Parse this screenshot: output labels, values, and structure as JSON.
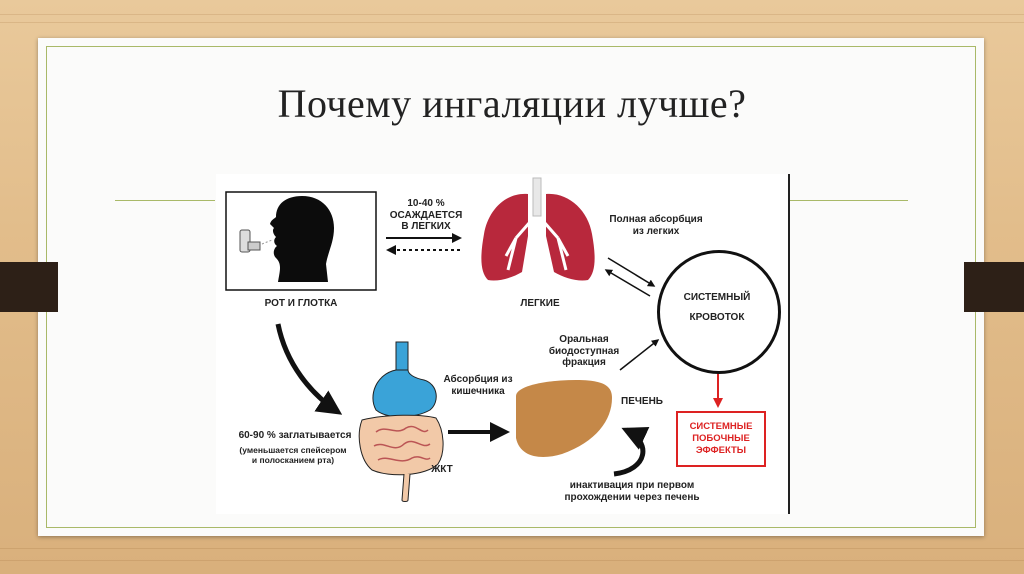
{
  "slide": {
    "title": "Почему ингаляции лучше?"
  },
  "diagram": {
    "deposit_label": "10-40 %\nОСАЖДАЕТСЯ\nВ ЛЕГКИХ",
    "mouth_label": "РОТ И ГЛОТКА",
    "lungs_label": "ЛЕГКИЕ",
    "lung_absorption_label": "Полная абсорбция\nиз легких",
    "systemic_circulation_label": "СИСТЕМНЫЙ\nКРОВОТОК",
    "oral_fraction_label": "Оральная\nбиодоступная\nфракция",
    "gut_absorption_label": "Абсорбция из\nкишечника",
    "liver_label": "ПЕЧЕНЬ",
    "swallowed_label": "60-90 % заглатывается",
    "swallowed_note": "(уменьшается спейсером\nи полосканием рта)",
    "gi_label": "ЖКТ",
    "first_pass_label": "инактивация при первом\nпрохождении через печень",
    "side_effects_label": "СИСТЕМНЫЕ\nПОБОЧНЫЕ\nЭФФЕКТЫ",
    "colors": {
      "lungs": "#b8283c",
      "stomach": "#3aa3d8",
      "liver": "#c58848",
      "intestine": "#f2c9a8",
      "side_effects": "#dd2222"
    }
  }
}
